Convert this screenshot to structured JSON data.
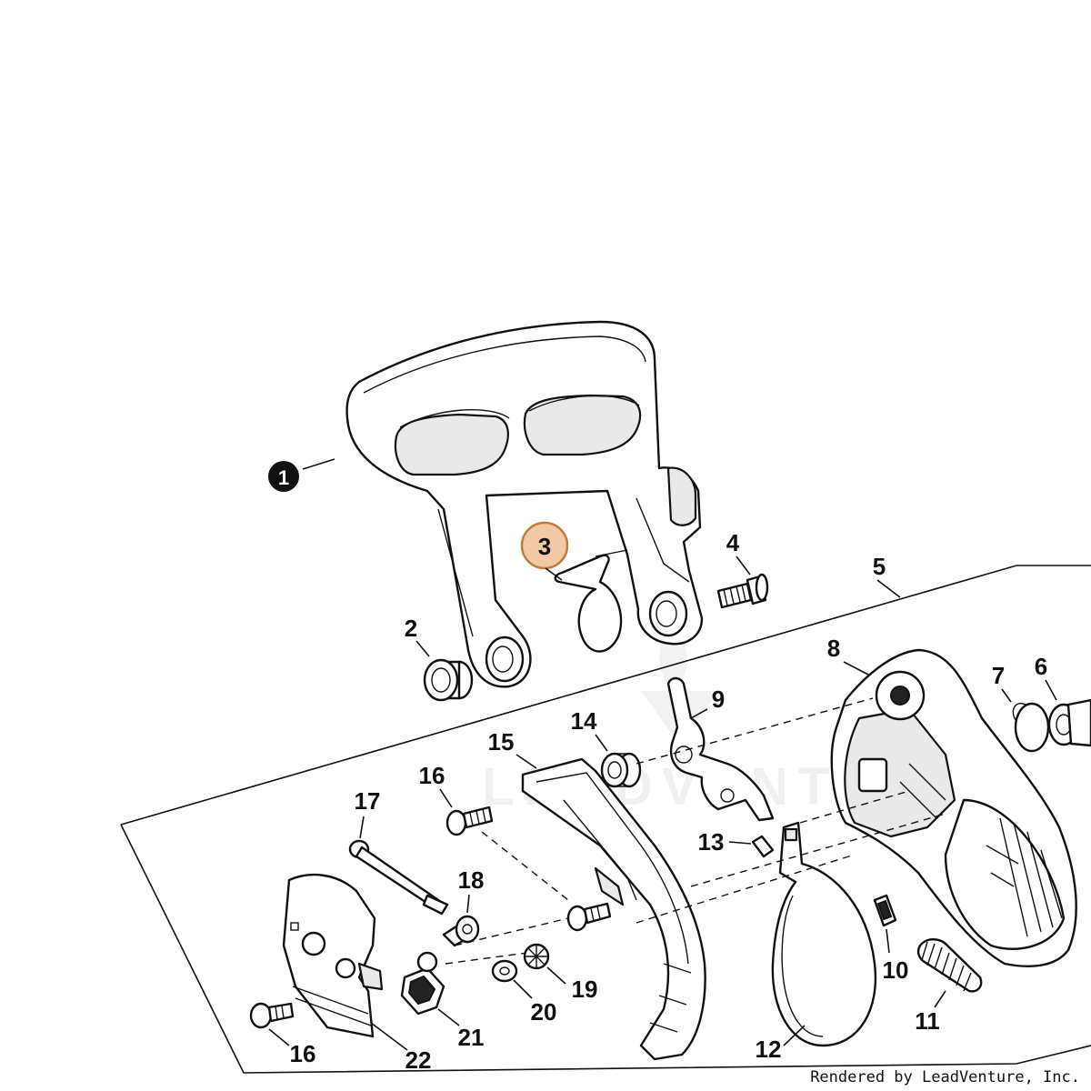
{
  "diagram": {
    "callouts": {
      "c1": "1",
      "c2": "2",
      "c3": "3",
      "c4": "4",
      "c5": "5",
      "c6": "6",
      "c7": "7",
      "c8": "8",
      "c9": "9",
      "c10": "10",
      "c11": "11",
      "c12": "12",
      "c13": "13",
      "c14": "14",
      "c15": "15",
      "c16a": "16",
      "c16b": "16",
      "c17": "17",
      "c18": "18",
      "c19": "19",
      "c20": "20",
      "c21": "21",
      "c22": "22"
    },
    "watermark": "LEADVENTURE",
    "credit": "Rendered by LeadVenture, Inc.",
    "colors": {
      "highlight_fill": "#f2c9a6",
      "highlight_stroke": "#c07a3a",
      "badge_fill": "#111111",
      "line": "#111111"
    }
  }
}
